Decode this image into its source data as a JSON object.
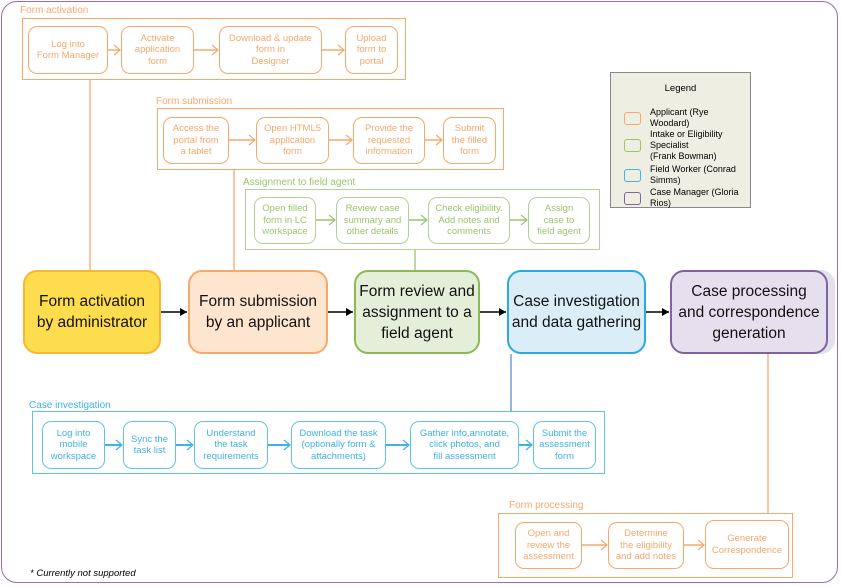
{
  "groups": {
    "activation": {
      "label": "Form activation",
      "steps": [
        "Log into\nForm Manager",
        "Activate\napplication\nform",
        "Download & update\nform in\nDesigner",
        "Upload\nform to\nportal"
      ]
    },
    "submission": {
      "label": "Form submission",
      "steps": [
        "Access the\nportal from\na tablet",
        "Open HTML5\napplication\nform",
        "Provide the\nrequested\ninformation",
        "Submit\nthe filled\nform"
      ]
    },
    "assignment": {
      "label": "Assignment  to field agent",
      "steps": [
        "Open filled\nform in LC\nworkspace",
        "Review case\nsummary and\nother details",
        "Check eligibility.\nAdd notes and\ncomments",
        "Assign\ncase to\nfield agent"
      ]
    },
    "investigation": {
      "label": "Case investigation",
      "steps": [
        "Log into\nmobile\nworkspace",
        "Sync the\ntask list",
        "Understand\nthe task\nrequirements",
        "Download the task\n(optionally form &\nattachments)",
        "Gather info,annotate,\nclick photos, and\nfill assessment",
        "Submit the\nassessment\nform"
      ]
    },
    "processing": {
      "label": "Form processing",
      "steps": [
        "Open and\nreview the\nassessment",
        "Determine\nthe eligibility\nand add notes",
        "Generate\nCorrespondence"
      ]
    }
  },
  "main_flow": [
    "Form activation\nby administrator",
    "Form submission\nby an applicant",
    "Form review and\nassignment to a\nfield agent",
    "Case investigation\nand data gathering",
    "Case processing\nand correspondence\ngeneration"
  ],
  "legend": {
    "title": "Legend",
    "items": [
      {
        "label": "Applicant (Rye Woodard)",
        "color": "#f7a86a"
      },
      {
        "label": "Intake or Eligibility Specialist\n(Frank Bowman)",
        "color": "#9cc46c"
      },
      {
        "label": "Field Worker (Conrad Simms)",
        "color": "#3fb2e6"
      },
      {
        "label": "Case Manager (Gloria Rios)",
        "color": "#8064a2"
      }
    ]
  },
  "footnote": "* Currently not supported"
}
